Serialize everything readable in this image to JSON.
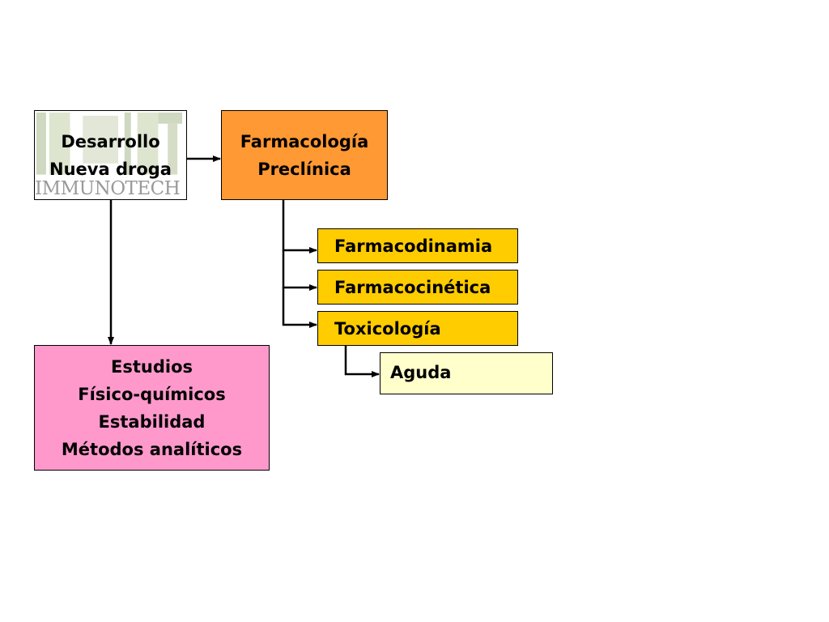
{
  "colors": {
    "desarrollo_bg": "#ffffff",
    "farmacologia_bg": "#ff9933",
    "estudios_bg": "#ff99cc",
    "sub_bg": "#ffcc00",
    "aguda_bg": "#ffffcc",
    "line": "#000000",
    "watermark": "#9a9a9a"
  },
  "nodes": {
    "desarrollo": {
      "lines": [
        "Desarrollo",
        "Nueva droga"
      ],
      "watermark_text": "IMMUNOTECH"
    },
    "farmacologia": {
      "lines": [
        "Farmacología",
        "Preclínica"
      ]
    },
    "farmacodinamia": {
      "label": "Farmacodinamia"
    },
    "farmacocinetica": {
      "label": "Farmacocinética"
    },
    "toxicologia": {
      "label": "Toxicología"
    },
    "aguda": {
      "label": "Aguda"
    },
    "estudios": {
      "lines": [
        "Estudios",
        "Físico-químicos",
        "Estabilidad",
        "Métodos analíticos"
      ]
    }
  },
  "edges": [
    {
      "from": "desarrollo",
      "to": "farmacologia"
    },
    {
      "from": "desarrollo",
      "to": "estudios"
    },
    {
      "from": "farmacologia",
      "to": "farmacodinamia"
    },
    {
      "from": "farmacologia",
      "to": "farmacocinetica"
    },
    {
      "from": "farmacologia",
      "to": "toxicologia"
    },
    {
      "from": "toxicologia",
      "to": "aguda"
    }
  ]
}
